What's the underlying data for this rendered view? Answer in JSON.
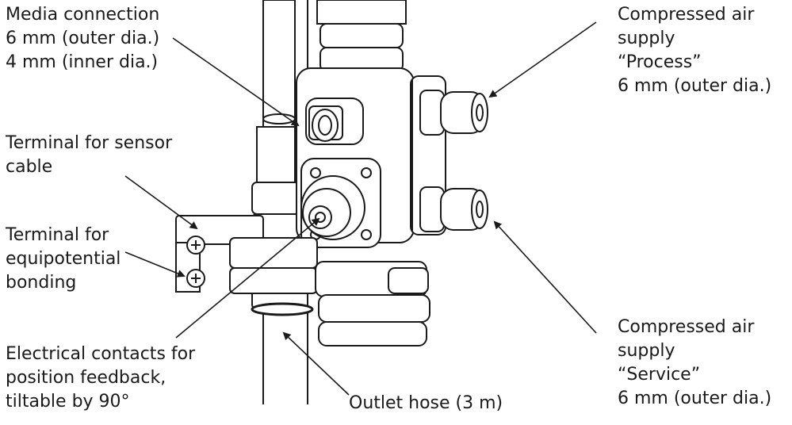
{
  "labels": {
    "media_connection": "Media connection\n6 mm (outer dia.)\n4 mm (inner dia.)",
    "terminal_sensor": "Terminal for sensor\ncable",
    "terminal_equipotential": "Terminal for\nequipotential\nbonding",
    "electrical_contacts": "Electrical contacts for\nposition feedback,\ntiltable by 90°",
    "outlet_hose": "Outlet hose (3 m)",
    "air_process": "Compressed air\nsupply\n“Process”\n6 mm (outer dia.)",
    "air_service": "Compressed air\nsupply\n“Service”\n6 mm (outer dia.)"
  }
}
